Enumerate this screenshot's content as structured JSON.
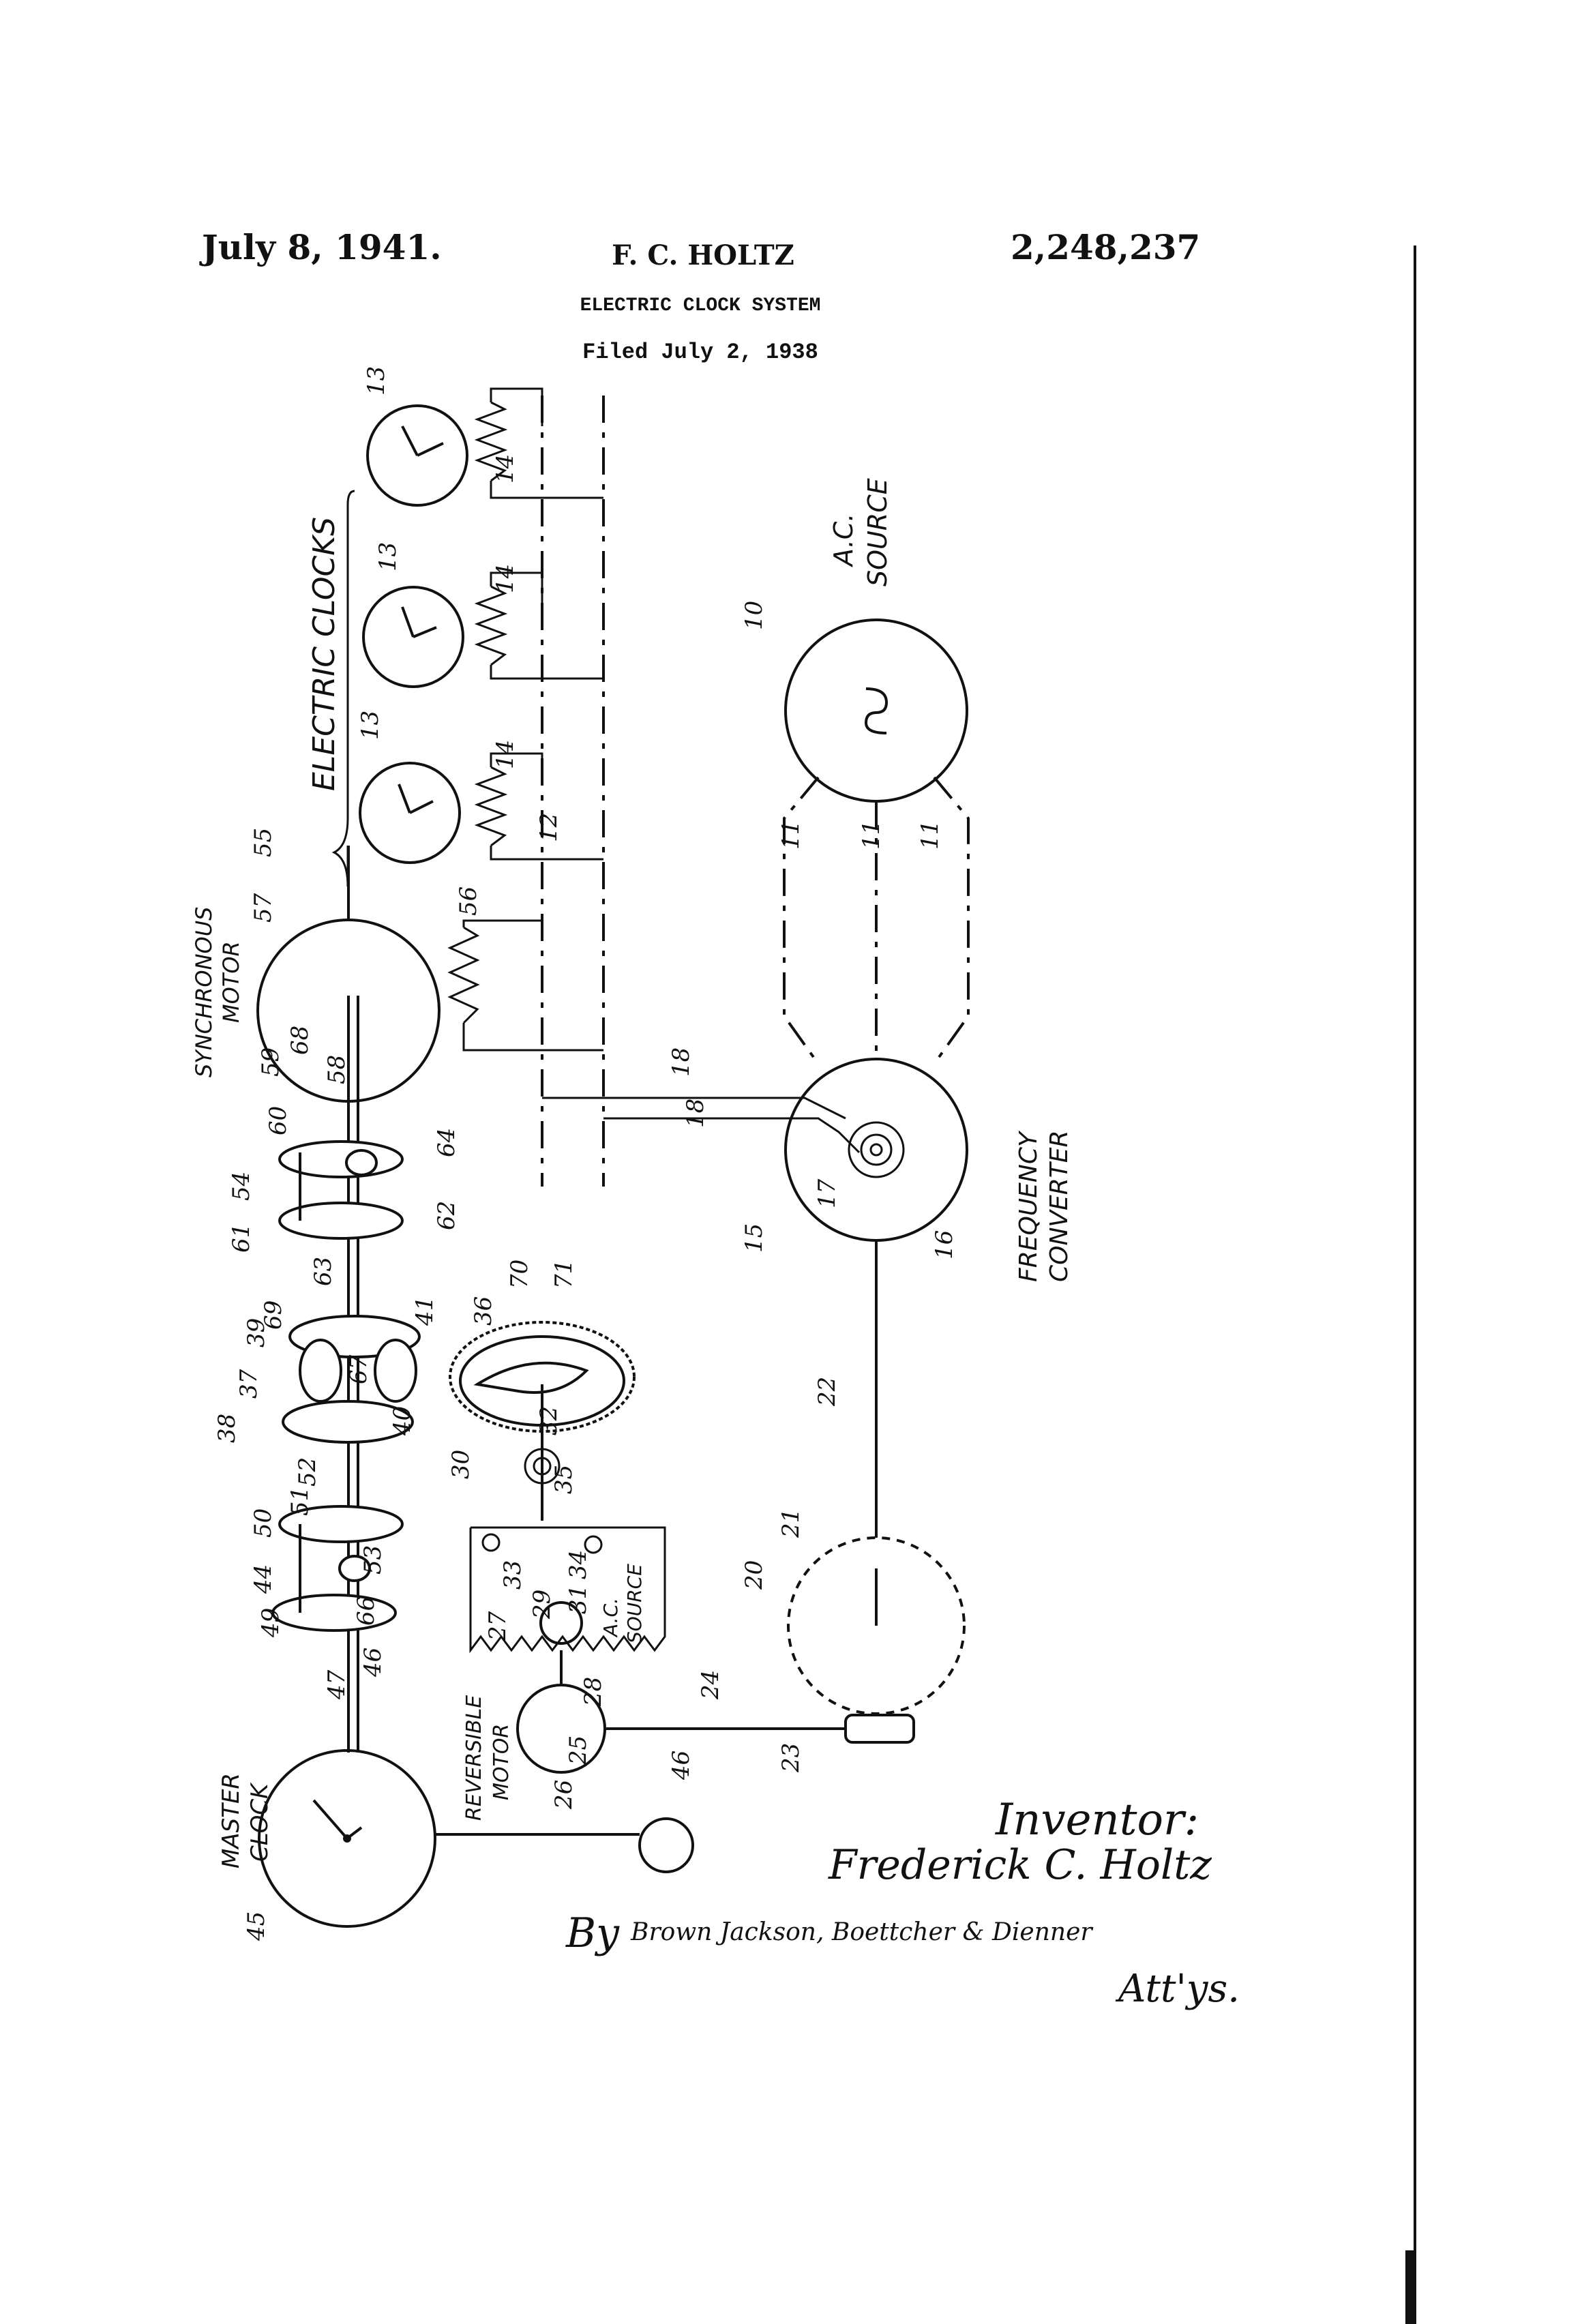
{
  "header": {
    "date": "July 8, 1941.",
    "inventor_short": "F. C. HOLTZ",
    "patent_number": "2,248,237",
    "title": "ELECTRIC CLOCK SYSTEM",
    "filed": "Filed July 2, 1938"
  },
  "labels": {
    "electric_clocks": "ELECTRIC CLOCKS",
    "synchronous_motor_1": "SYNCHRONOUS",
    "synchronous_motor_2": "MOTOR",
    "ac_source_1": "A.C.",
    "ac_source_2": "SOURCE",
    "frequency_converter_1": "FREQUENCY",
    "frequency_converter_2": "CONVERTER",
    "master_clock_1": "MASTER",
    "master_clock_2": "CLOCK",
    "reversible_motor_1": "REVERSIBLE",
    "reversible_motor_2": "MOTOR",
    "small_ac_source_1": "A.C.",
    "small_ac_source_2": "SOURCE"
  },
  "numerals": [
    "13",
    "13",
    "13",
    "14",
    "14",
    "14",
    "12",
    "55",
    "57",
    "56",
    "10",
    "11",
    "11",
    "11",
    "18",
    "18",
    "17",
    "15",
    "16",
    "58",
    "59",
    "60",
    "68",
    "54",
    "64",
    "61",
    "62",
    "63",
    "69",
    "41",
    "39",
    "70",
    "71",
    "36",
    "37",
    "38",
    "67",
    "40",
    "52",
    "51",
    "50",
    "44",
    "49",
    "53",
    "66",
    "46",
    "47",
    "30",
    "32",
    "35",
    "33",
    "29",
    "34",
    "31",
    "27",
    "28",
    "22",
    "21",
    "20",
    "24",
    "23",
    "25",
    "26",
    "45",
    "46"
  ],
  "signature": {
    "inventor_label": "Inventor:",
    "inventor_name": "Frederick C. Holtz",
    "by": "By",
    "attorneys": "Brown Jackson, Boettcher & Dienner",
    "attys": "Att'ys."
  }
}
